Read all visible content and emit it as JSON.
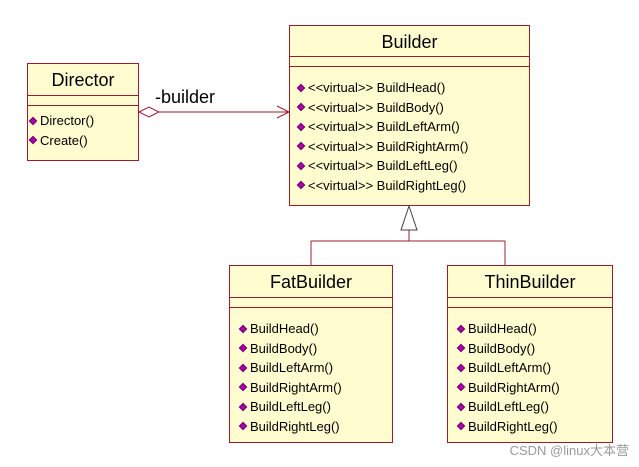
{
  "classes": {
    "director": {
      "name": "Director",
      "operations": [
        "Director()",
        "Create()"
      ]
    },
    "builder": {
      "name": "Builder",
      "operations": [
        "<<virtual>> BuildHead()",
        "<<virtual>> BuildBody()",
        "<<virtual>> BuildLeftArm()",
        "<<virtual>> BuildRightArm()",
        "<<virtual>> BuildLeftLeg()",
        "<<virtual>> BuildRightLeg()"
      ]
    },
    "fat_builder": {
      "name": "FatBuilder",
      "operations": [
        "BuildHead()",
        "BuildBody()",
        "BuildLeftArm()",
        "BuildRightArm()",
        "BuildLeftLeg()",
        "BuildRightLeg()"
      ]
    },
    "thin_builder": {
      "name": "ThinBuilder",
      "operations": [
        "BuildHead()",
        "BuildBody()",
        "BuildLeftArm()",
        "BuildRightArm()",
        "BuildLeftLeg()",
        "BuildRightLeg()"
      ]
    }
  },
  "relations": {
    "aggregation_role": "-builder"
  },
  "watermark": "CSDN @linux大本营",
  "colors": {
    "class_fill": "#fffccf",
    "border": "#9b1c2e",
    "operation_icon": "#b000b0"
  }
}
